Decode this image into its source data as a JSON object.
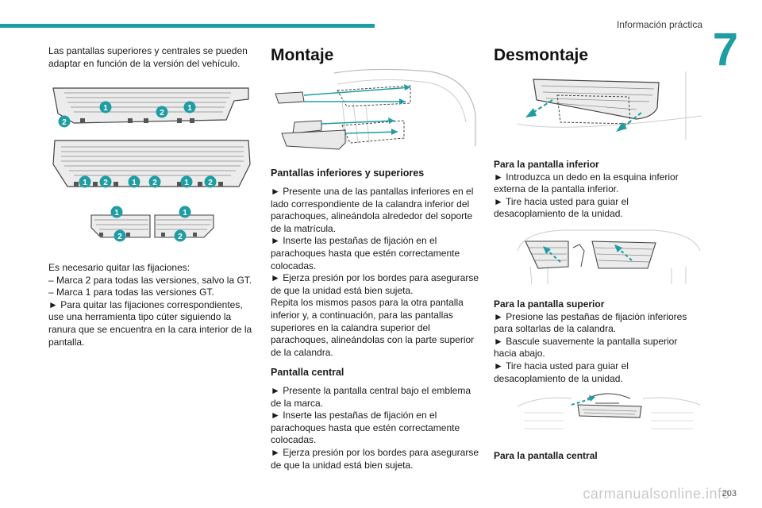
{
  "header": {
    "title": "Información práctica",
    "chapter": "7"
  },
  "col1": {
    "intro": "Las pantallas superiores y centrales se pueden adaptar en función de la versión del vehículo.",
    "lines": [
      "Es necesario quitar las fijaciones:",
      "– Marca 2 para todas las versiones, salvo la GT.",
      "– Marca 1 para todas las versiones GT.",
      "► Para quitar las fijaciones correspondientes, use una herramienta tipo cúter siguiendo la ranura que se encuentra en la cara interior de la pantalla."
    ],
    "marker1": "1",
    "marker2": "2"
  },
  "col2": {
    "title": "Montaje",
    "sub1": "Pantallas inferiores y superiores",
    "sub1_text": [
      "► Presente una de las pantallas inferiores en el lado correspondiente de la calandra inferior del parachoques, alineándola alrededor del soporte de la matrícula.",
      "► Inserte las pestañas de fijación en el parachoques hasta que estén correctamente colocadas.",
      "► Ejerza presión por los bordes para asegurarse de que la unidad está bien sujeta.",
      "Repita los mismos pasos para la otra pantalla inferior y, a continuación, para las pantallas superiores en la calandra superior del parachoques, alineándolas con la parte superior de la calandra."
    ],
    "sub2": "Pantalla central",
    "sub2_text": [
      "► Presente la pantalla central bajo el emblema de la marca.",
      "► Inserte las pestañas de fijación en el parachoques hasta que estén correctamente colocadas.",
      "► Ejerza presión por los bordes para asegurarse de que la unidad está bien sujeta."
    ]
  },
  "col3": {
    "title": "Desmontaje",
    "s1_label": "Para la pantalla inferior",
    "s1_text": [
      "► Introduzca un dedo en la esquina inferior externa de la pantalla inferior.",
      "► Tire hacia usted para guiar el desacoplamiento de la unidad."
    ],
    "s2_label": "Para la pantalla superior",
    "s2_text": [
      "► Presione las pestañas de fijación inferiores para soltarlas de la calandra.",
      "► Bascule suavemente la pantalla superior hacia abajo.",
      "► Tire hacia usted para guiar el desacoplamiento de la unidad."
    ],
    "s3_label": "Para la pantalla central"
  },
  "footer": {
    "page": "203",
    "watermark": "carmanualsonline.info"
  },
  "colors": {
    "accent": "#1f9da3"
  }
}
